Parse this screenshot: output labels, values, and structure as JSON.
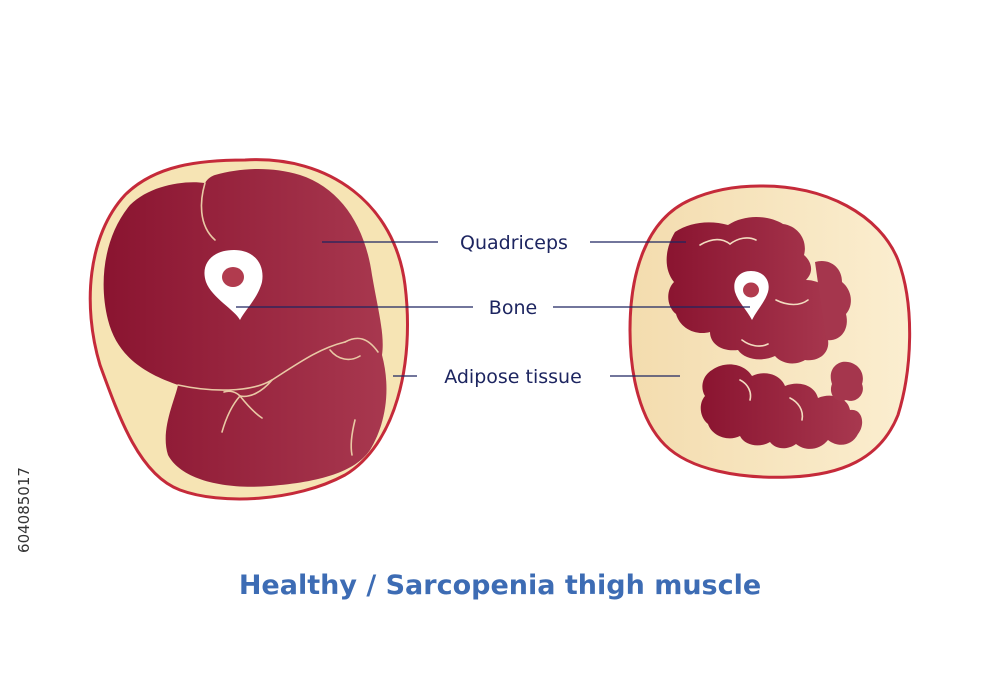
{
  "title": "Healthy / Sarcopenia thigh muscle",
  "labels": {
    "quadriceps": "Quadriceps",
    "bone": "Bone",
    "adipose": "Adipose tissue"
  },
  "stock_id": "604085017",
  "colors": {
    "muscle_dark": "#8a1430",
    "muscle_light": "#a8384f",
    "fat": "#f6e4b4",
    "fat_light": "#fbeed0",
    "outline": "#c52a3a",
    "label_text": "#1d2560",
    "title": "#3d6cb4"
  }
}
